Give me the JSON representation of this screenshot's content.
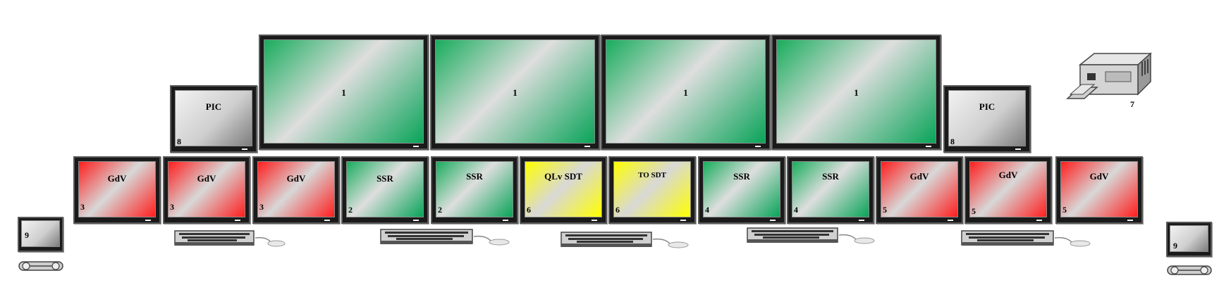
{
  "top_monitors": [
    {
      "label": "1"
    },
    {
      "label": "1"
    },
    {
      "label": "1"
    },
    {
      "label": "1"
    }
  ],
  "pic_monitors": [
    {
      "label": "PIC",
      "number": "8"
    },
    {
      "label": "PIC",
      "number": "8"
    }
  ],
  "row_monitors": [
    {
      "label": "GdV",
      "number": "3",
      "color": "red"
    },
    {
      "label": "GdV",
      "number": "3",
      "color": "red"
    },
    {
      "label": "GdV",
      "number": "3",
      "color": "red"
    },
    {
      "label": "SSR",
      "number": "2",
      "color": "green"
    },
    {
      "label": "SSR",
      "number": "2",
      "color": "green"
    },
    {
      "label": "QLv SDT",
      "number": "6",
      "color": "yellow"
    },
    {
      "label": "TO SDT",
      "number": "6",
      "color": "yellow"
    },
    {
      "label": "SSR",
      "number": "4",
      "color": "green"
    },
    {
      "label": "SSR",
      "number": "4",
      "color": "green"
    },
    {
      "label": "GdV",
      "number": "5",
      "color": "red"
    },
    {
      "label": "GdV",
      "number": "5",
      "color": "red"
    },
    {
      "label": "GdV",
      "number": "5",
      "color": "red"
    }
  ],
  "small_monitors": [
    {
      "number": "9"
    },
    {
      "number": "9"
    }
  ],
  "printer": {
    "number": "7"
  },
  "colors": {
    "red": "#ff1e1e",
    "green": "#0aa458",
    "yellow": "#ffff00",
    "grey": "#cfcfcf"
  }
}
